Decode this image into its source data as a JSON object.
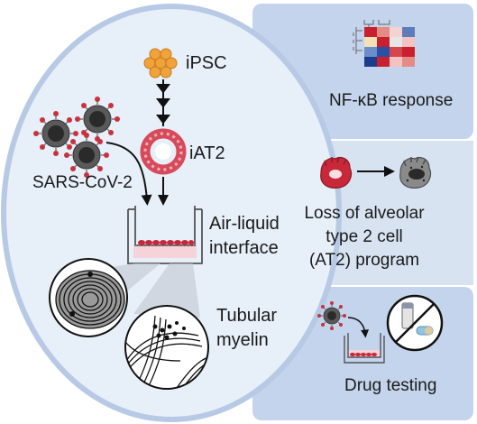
{
  "diagram": {
    "center": {
      "ipsc_label": "iPSC",
      "iat2_label": "iAT2",
      "virus_label": "SARS-CoV-2",
      "ali_label_line1": "Air-liquid",
      "ali_label_line2": "interface",
      "tm_label_line1": "Tubular",
      "tm_label_line2": "myelin"
    },
    "panels": {
      "nfkb": {
        "label": "NF-κB response"
      },
      "at2_loss": {
        "line1": "Loss of alveolar",
        "line2": "type 2 cell",
        "line3": "(AT2) program"
      },
      "drug": {
        "label": "Drug testing"
      }
    },
    "heatmap": {
      "rows": 4,
      "cols": 4,
      "cells": [
        "#c8202e",
        "#e58b86",
        "#f3d3d2",
        "#5d7cbb",
        "#f5e1b9",
        "#c8202e",
        "#e6e6e6",
        "#f2c3c1",
        "#6b8ecb",
        "#2b4fa3",
        "#d7464d",
        "#c8202e",
        "#1e3c8c",
        "#c8202e",
        "#f2c3c1",
        "#e58b86"
      ]
    },
    "colors": {
      "panel_top": "#c4d4ec",
      "panel_middle": "#d8e3f2",
      "panel_bottom": "#c4d4ec",
      "oval_fill": "#e7eff9",
      "oval_stroke": "#b7c9e4",
      "ipsc": "#f0a33a",
      "iat2": "#d64a5a",
      "virus_body": "#5a5a5a",
      "virus_spike": "#c8323e"
    }
  }
}
